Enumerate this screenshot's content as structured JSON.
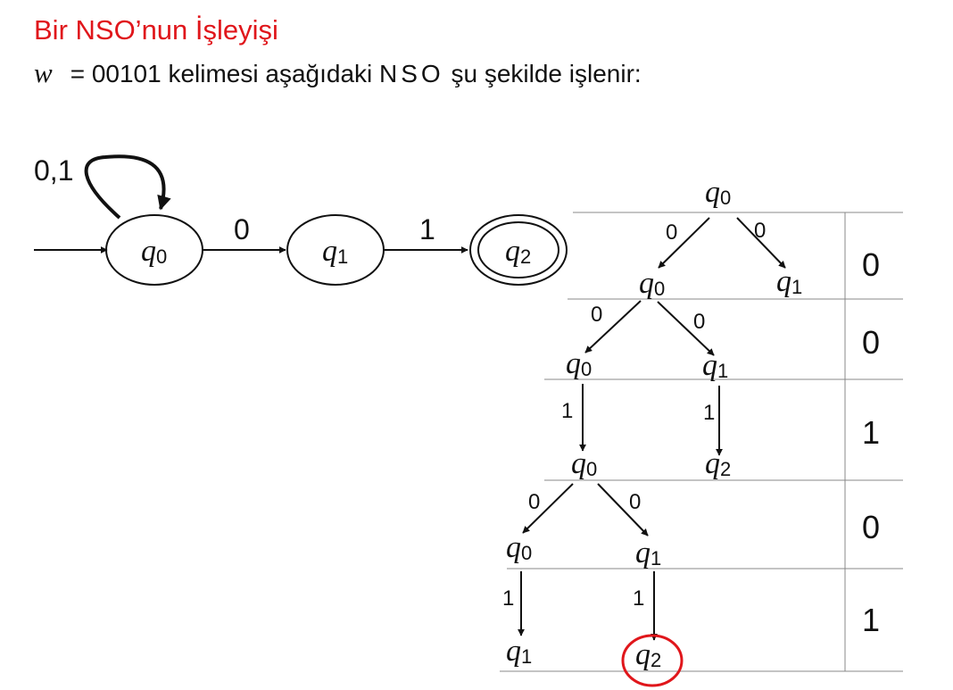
{
  "title": "Bir NSO’nun İşleyişi",
  "subtitle": {
    "variable": "w",
    "text_before": "= 00101 kelimesi aşağıdaki ",
    "nso": "NSO",
    "text_after": " şu şekilde işlenir:"
  },
  "automaton": {
    "loop_label": "0,1",
    "states": [
      {
        "name": "q",
        "sub": "0",
        "start": true,
        "accepting": false
      },
      {
        "name": "q",
        "sub": "1",
        "start": false,
        "accepting": false
      },
      {
        "name": "q",
        "sub": "2",
        "start": false,
        "accepting": true
      }
    ],
    "transitions": [
      {
        "label": "0"
      },
      {
        "label": "1"
      }
    ]
  },
  "tree": {
    "input_symbols": [
      "0",
      "0",
      "1",
      "0",
      "1"
    ],
    "highlight_color": "#e0161b",
    "nodes": [
      {
        "name": "q",
        "sub": "0"
      },
      {
        "name": "q",
        "sub": "0"
      },
      {
        "name": "q",
        "sub": "1"
      },
      {
        "name": "q",
        "sub": "0"
      },
      {
        "name": "q",
        "sub": "1"
      },
      {
        "name": "q",
        "sub": "0"
      },
      {
        "name": "q",
        "sub": "2"
      },
      {
        "name": "q",
        "sub": "0"
      },
      {
        "name": "q",
        "sub": "1"
      },
      {
        "name": "q",
        "sub": "1"
      },
      {
        "name": "q",
        "sub": "2",
        "highlighted": true
      }
    ],
    "edges": [
      {
        "label": "0"
      },
      {
        "label": "0"
      },
      {
        "label": "0"
      },
      {
        "label": "0"
      },
      {
        "label": "1"
      },
      {
        "label": "1"
      },
      {
        "label": "0"
      },
      {
        "label": "0"
      },
      {
        "label": "1"
      },
      {
        "label": "1"
      }
    ]
  }
}
